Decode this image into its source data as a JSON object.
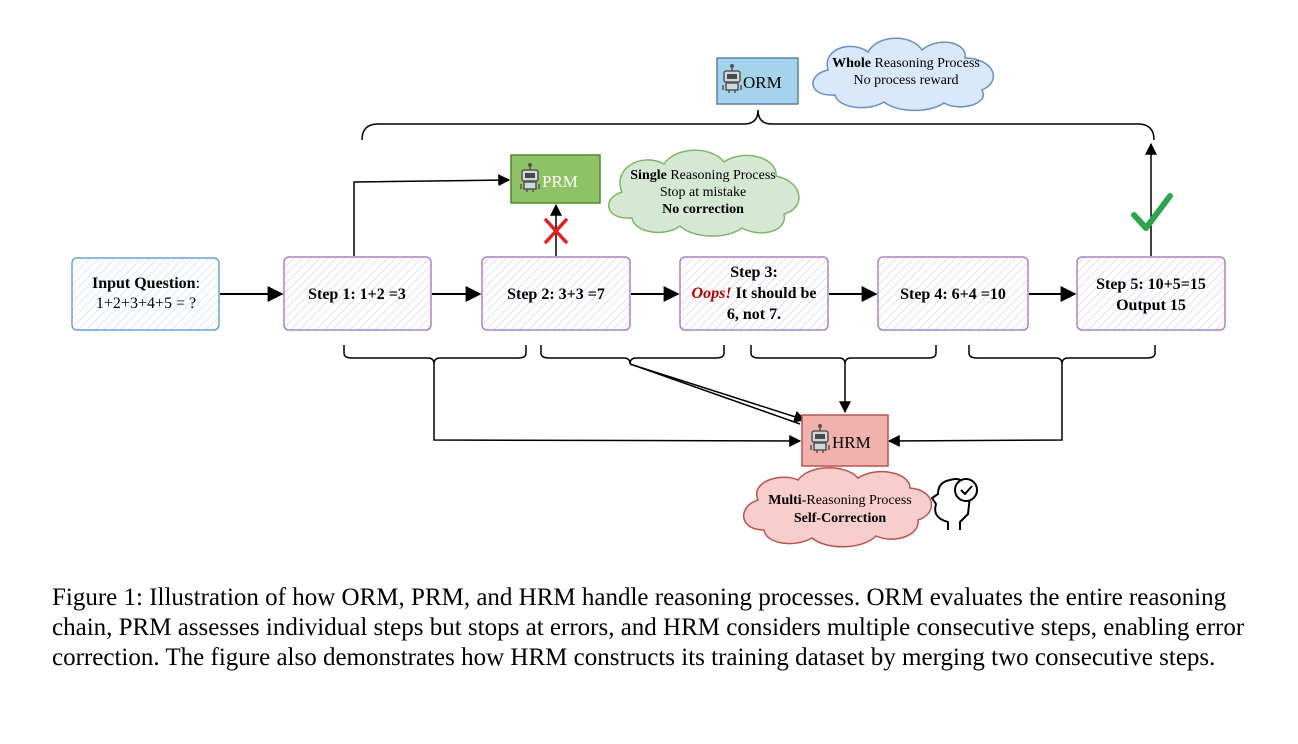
{
  "input": {
    "label": "Input Question",
    "colon": ":",
    "expr": "1+2+3+4+5 = ?"
  },
  "steps": [
    {
      "line1": "Step 1: 1+2 =3"
    },
    {
      "line1": "Step 2: 3+3 =7"
    },
    {
      "line1": "Step 3:",
      "oops": "Oops!",
      "line2": " It should be",
      "line3": "6, not 7."
    },
    {
      "line1": "Step 4: 6+4 =10"
    },
    {
      "line1": "Step 5: 10+5=15",
      "line2": "Output 15"
    }
  ],
  "models": {
    "orm": "ORM",
    "prm": "PRM",
    "hrm": "HRM"
  },
  "clouds": {
    "orm": {
      "bold": "Whole",
      "rest": " Reasoning Process",
      "line2": "No process reward"
    },
    "prm": {
      "bold": "Single",
      "rest": " Reasoning Process",
      "line2": "Stop at mistake",
      "line3": "No correction"
    },
    "hrm": {
      "bold": "Multi",
      "rest": "-Reasoning Process",
      "line2": "Self-Correction"
    }
  },
  "marks": {
    "cross": "✕",
    "check": "✔"
  },
  "icons": [
    "robot-icon",
    "head-check-icon",
    "cross-mark-icon",
    "check-mark-icon"
  ],
  "colors": {
    "step_border": "#a983c9",
    "input_border": "#6fa1d6",
    "orm_fill": "#a6d3ec",
    "prm_fill": "#8fc266",
    "hrm_fill": "#f1b1ad",
    "cloud_blue": "#dae8fc",
    "cloud_green": "#d5e8d4",
    "cloud_red": "#f8cecc",
    "cross": "#e02020",
    "check": "#2ea44f",
    "oops": "#b00000"
  },
  "caption": "Figure 1: Illustration of how ORM, PRM, and HRM handle reasoning processes. ORM evaluates the entire reasoning chain, PRM assesses individual steps but stops at errors, and HRM considers multiple consecutive steps, enabling error correction. The figure also demonstrates how HRM constructs its training dataset by merging two consecutive steps."
}
